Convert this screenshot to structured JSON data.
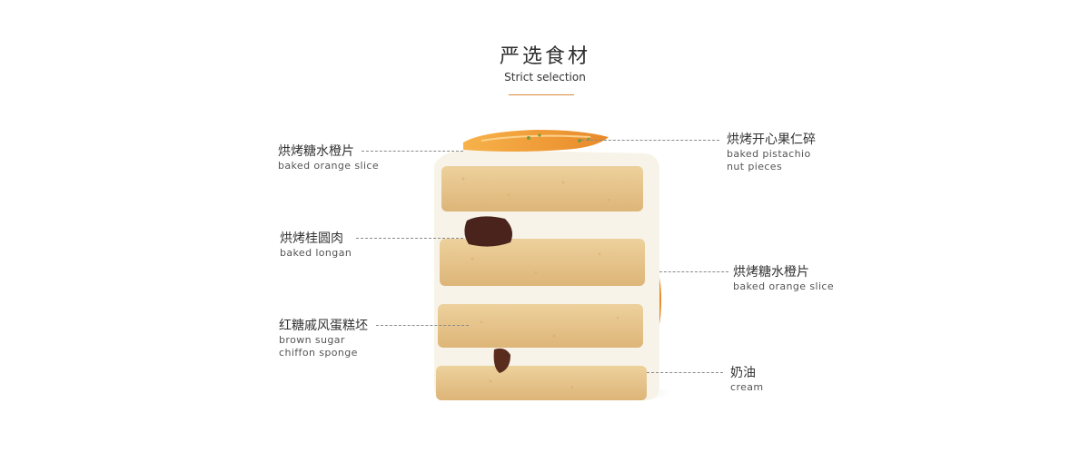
{
  "heading": {
    "title_zh": "严选食材",
    "title_en": "Strict selection"
  },
  "colors": {
    "accent": "#d98a3a",
    "sponge": "#e6c387",
    "cream": "#f7f3e8",
    "orange": "#f2a53c",
    "longan": "#4a241c"
  },
  "labels": {
    "orange_top": {
      "zh": "烘烤糖水橙片",
      "en": "baked orange slice"
    },
    "longan": {
      "zh": "烘烤桂圆肉",
      "en": "baked longan"
    },
    "sponge": {
      "zh": "红糖戚风蛋糕坯",
      "en_line1": "brown sugar",
      "en_line2": "chiffon sponge"
    },
    "pistachio": {
      "zh": "烘烤开心果仁碎",
      "en_line1": "baked pistachio",
      "en_line2": "nut pieces"
    },
    "orange_side": {
      "zh": "烘烤糖水橙片",
      "en": "baked orange slice"
    },
    "cream": {
      "zh": "奶油",
      "en": "cream"
    }
  }
}
